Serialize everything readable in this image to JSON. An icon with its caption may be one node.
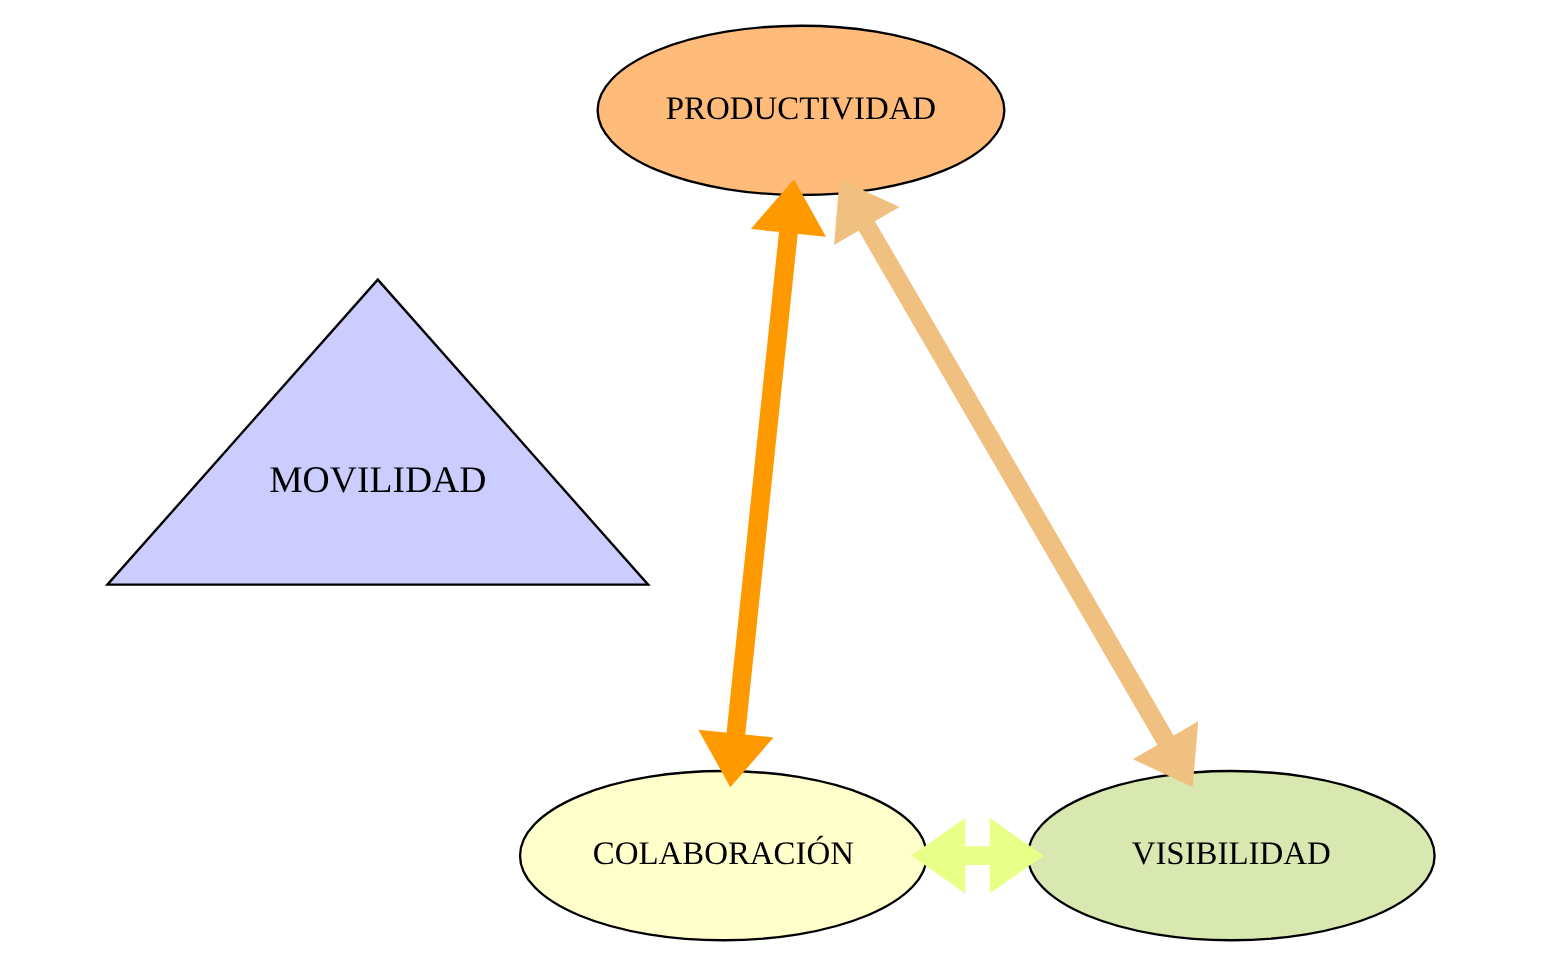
{
  "diagram": {
    "nodes": [
      {
        "text": [
          "PRODUCTIVIDAD"
        ]
      },
      {
        "text": [
          "MOVILIDAD"
        ]
      },
      {
        "text": [
          "COLABORACIÓN"
        ]
      },
      {
        "text": [
          "VISIBILIDAD"
        ]
      }
    ],
    "edges": [
      {
        "from": 0,
        "to": 2,
        "arrow": "both",
        "color": "#ff9900"
      },
      {
        "from": 0,
        "to": 3,
        "arrow": "both",
        "color": "#f0c080"
      },
      {
        "from": 2,
        "to": 3,
        "arrow": "both",
        "color": "#e8ff88"
      }
    ]
  }
}
